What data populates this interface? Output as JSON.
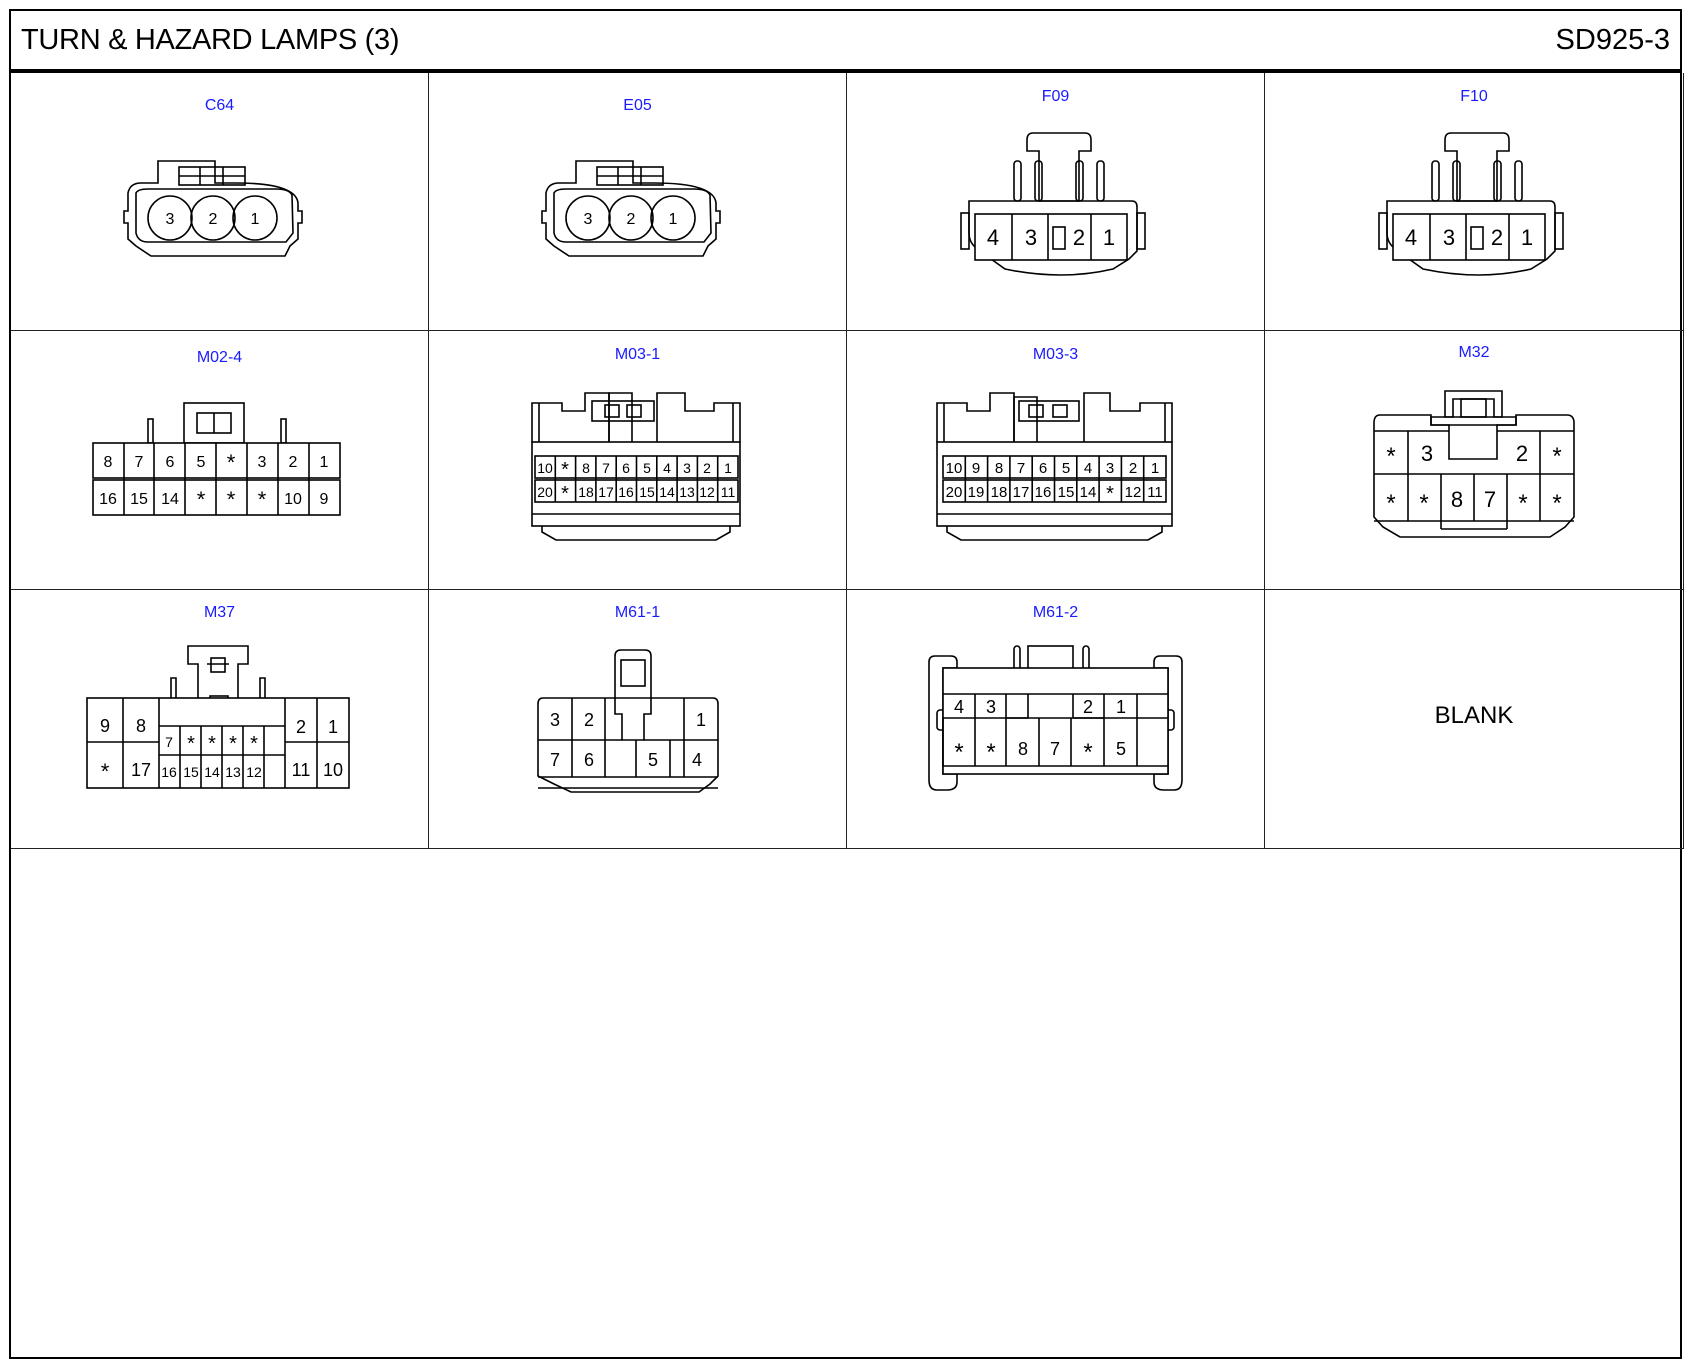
{
  "header": {
    "title": "TURN & HAZARD LAMPS (3)",
    "code": "SD925-3"
  },
  "connectors": [
    {
      "id": "C64",
      "pins": [
        "3",
        "2",
        "1"
      ]
    },
    {
      "id": "E05",
      "pins": [
        "3",
        "2",
        "1"
      ]
    },
    {
      "id": "F09",
      "pins": [
        "4",
        "3",
        "2",
        "1"
      ]
    },
    {
      "id": "F10",
      "pins": [
        "4",
        "3",
        "2",
        "1"
      ]
    },
    {
      "id": "M02-4",
      "rows": [
        [
          "8",
          "7",
          "6",
          "5",
          "*",
          "3",
          "2",
          "1"
        ],
        [
          "16",
          "15",
          "14",
          "*",
          "*",
          "*",
          "10",
          "9"
        ]
      ]
    },
    {
      "id": "M03-1",
      "rows": [
        [
          "10",
          "*",
          "8",
          "7",
          "6",
          "5",
          "4",
          "3",
          "2",
          "1"
        ],
        [
          "20",
          "*",
          "18",
          "17",
          "16",
          "15",
          "14",
          "13",
          "12",
          "11"
        ]
      ]
    },
    {
      "id": "M03-3",
      "rows": [
        [
          "10",
          "9",
          "8",
          "7",
          "6",
          "5",
          "4",
          "3",
          "2",
          "1"
        ],
        [
          "20",
          "19",
          "18",
          "17",
          "16",
          "15",
          "14",
          "*",
          "12",
          "11"
        ]
      ]
    },
    {
      "id": "M32",
      "rows": [
        [
          "*",
          "3",
          "2",
          "*"
        ],
        [
          "*",
          "*",
          "8",
          "7",
          "*",
          "*"
        ]
      ]
    },
    {
      "id": "M37",
      "rows": [
        [
          "9",
          "8",
          "7",
          "*",
          "*",
          "*",
          "*",
          "2",
          "1"
        ],
        [
          "*",
          "17",
          "16",
          "15",
          "14",
          "13",
          "12",
          "11",
          "10"
        ]
      ]
    },
    {
      "id": "M61-1",
      "rows": [
        [
          "3",
          "2",
          "1"
        ],
        [
          "7",
          "6",
          "5",
          "4"
        ]
      ]
    },
    {
      "id": "M61-2",
      "rows": [
        [
          "4",
          "3",
          "2",
          "1"
        ],
        [
          "*",
          "*",
          "8",
          "7",
          "*",
          "5"
        ]
      ]
    }
  ],
  "blank": {
    "label": "BLANK"
  }
}
